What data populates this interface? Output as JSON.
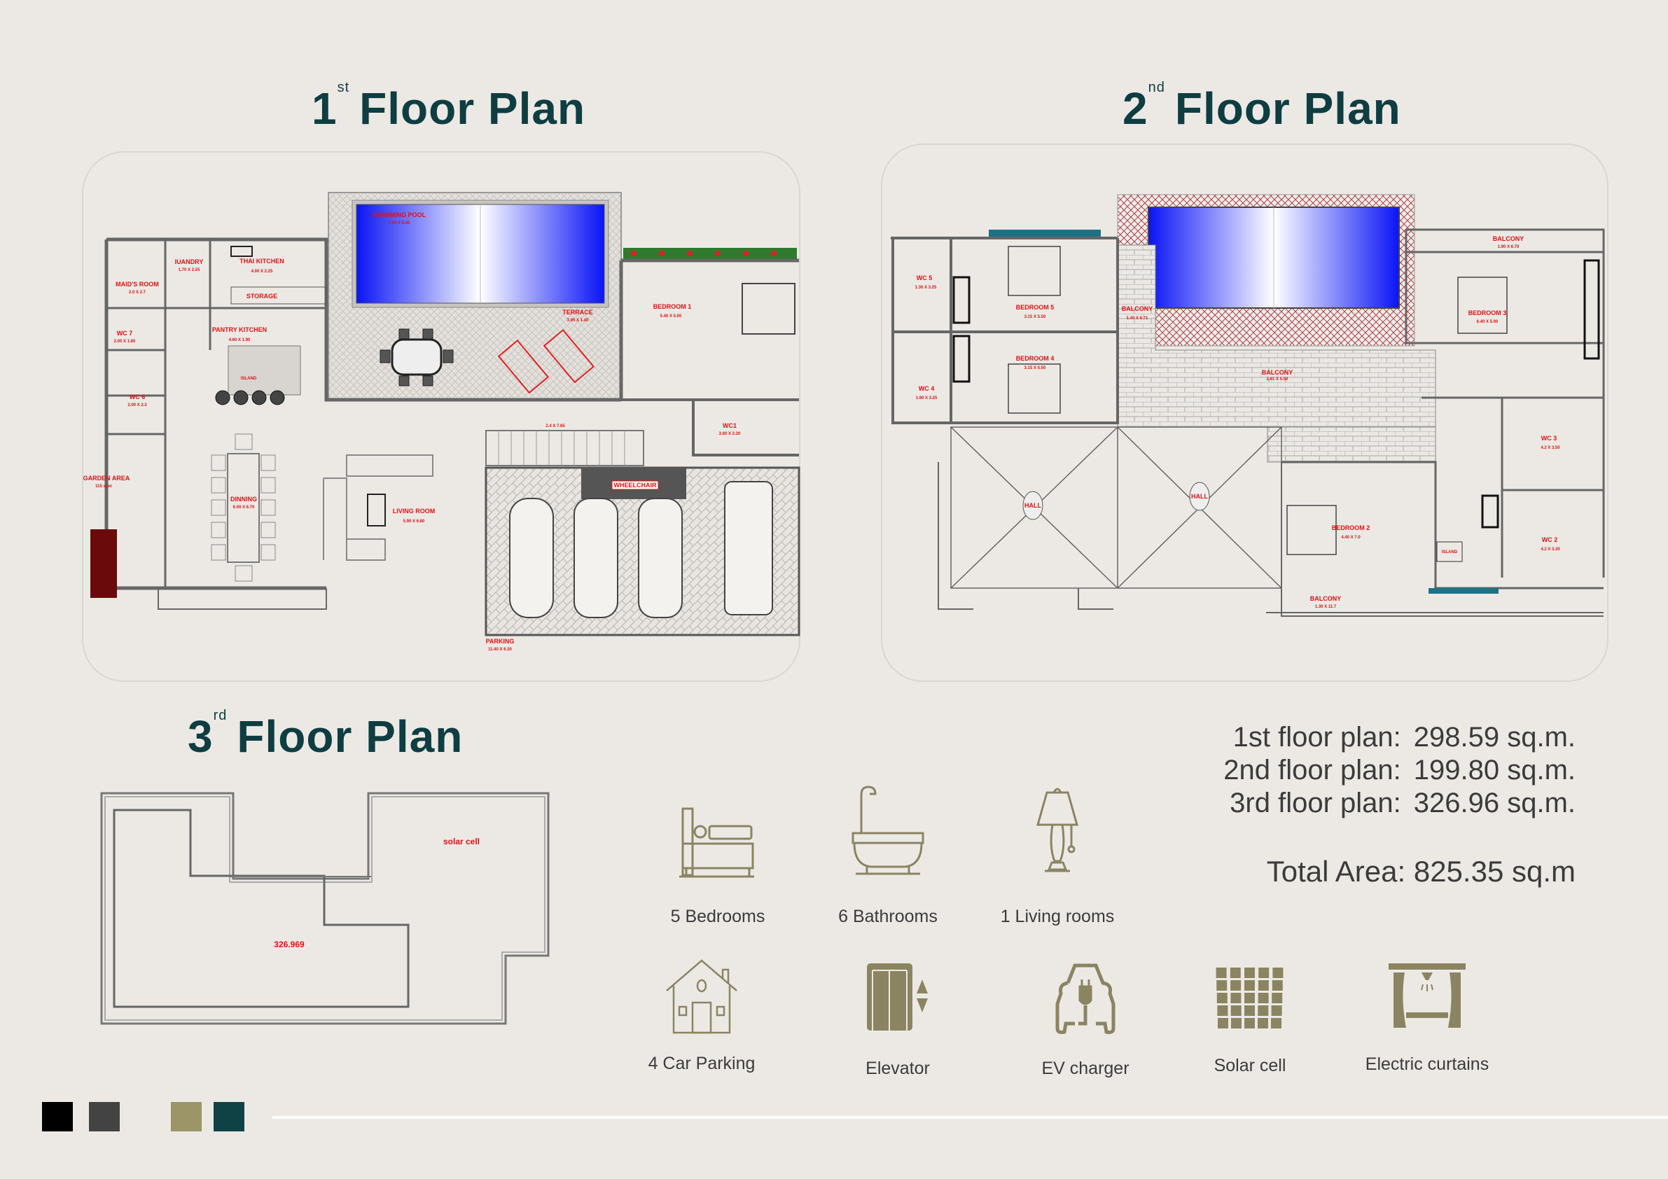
{
  "titles": {
    "first": {
      "num": "1",
      "sup": "st",
      "text": "Floor Plan"
    },
    "second": {
      "num": "2",
      "sup": "nd",
      "text": "Floor Plan"
    },
    "third": {
      "num": "3",
      "sup": "rd",
      "text": "Floor Plan"
    }
  },
  "floor1": {
    "rooms": [
      {
        "name": "SWIMMING POOL",
        "dim": "3.90 X 9.40"
      },
      {
        "name": "IUANDRY",
        "dim": "1.70 X 2.25"
      },
      {
        "name": "THAI KITCHEN",
        "dim": "4.00 X 2.25"
      },
      {
        "name": "MAID'S ROOM",
        "dim": "2.0 X 2.7"
      },
      {
        "name": "STORAGE",
        "dim": ""
      },
      {
        "name": "PANTRY KITCHEN",
        "dim": "4.60 X 1.90"
      },
      {
        "name": "WC 7",
        "dim": "2.00 X 1.80"
      },
      {
        "name": "WC 6",
        "dim": "2.00 X 2.3"
      },
      {
        "name": "ISLAND",
        "dim": ""
      },
      {
        "name": "GARDEN AREA",
        "dim": "115 sqm"
      },
      {
        "name": "DINNING",
        "dim": "6.00 X 6.70"
      },
      {
        "name": "LIVING ROOM",
        "dim": "5.90 X 6.80"
      },
      {
        "name": "TERRACE",
        "dim": "3.95 X 1.40"
      },
      {
        "name": "BEDROOM 1",
        "dim": "5.40 X 5.00"
      },
      {
        "name": "WC1",
        "dim": "3.60 X 2.30"
      },
      {
        "name": "WHEELCHAIR",
        "dim": ""
      },
      {
        "name": "PARKING",
        "dim": "11.40 X 6.20"
      }
    ],
    "ramp_dim": "2.4 X 7.65"
  },
  "floor2": {
    "rooms": [
      {
        "name": "WC 5",
        "dim": "1.30 X 3.25"
      },
      {
        "name": "BEDROOM 5",
        "dim": "3.15 X 5.50"
      },
      {
        "name": "BEDROOM 4",
        "dim": "3.15 X 5.50"
      },
      {
        "name": "WC 4",
        "dim": "1.90 X 3.25"
      },
      {
        "name": "BALCONY",
        "dim": "1.40 X 6.71"
      },
      {
        "name": "BALCONY",
        "dim": "2.81 X 5.50"
      },
      {
        "name": "BALCONY",
        "dim": "1.90 X 6.70"
      },
      {
        "name": "BEDROOM 3",
        "dim": "6.40 X 5.00"
      },
      {
        "name": "WC 3",
        "dim": "4.2 X 3.50"
      },
      {
        "name": "WC 2",
        "dim": "4.2 X 3.30"
      },
      {
        "name": "BEDROOM 2",
        "dim": "4.40 X 7.0"
      },
      {
        "name": "HALL",
        "dim": ""
      },
      {
        "name": "HALL",
        "dim": ""
      },
      {
        "name": "BALCONY",
        "dim": "1.30 X 11.7"
      },
      {
        "name": "ISLAND",
        "dim": ""
      }
    ]
  },
  "floor3": {
    "solar_label": "solar cell",
    "area_label": "326.969"
  },
  "stats": {
    "rows": [
      {
        "label": "1st floor plan:",
        "value": "298.59 sq.m."
      },
      {
        "label": "2nd floor plan:",
        "value": "199.80 sq.m."
      },
      {
        "label": "3rd floor plan:",
        "value": "326.96 sq.m."
      }
    ],
    "total": "Total Area: 825.35 sq.m"
  },
  "amenities": [
    {
      "icon": "bed-icon",
      "label": "5 Bedrooms"
    },
    {
      "icon": "bathtub-icon",
      "label": "6 Bathrooms"
    },
    {
      "icon": "lamp-icon",
      "label": "1 Living rooms"
    },
    {
      "icon": "house-icon",
      "label": "4 Car Parking"
    },
    {
      "icon": "elevator-icon",
      "label": "Elevator"
    },
    {
      "icon": "ev-charger-icon",
      "label": "EV charger"
    },
    {
      "icon": "solar-panel-icon",
      "label": "Solar cell"
    },
    {
      "icon": "curtains-icon",
      "label": "Electric curtains"
    }
  ],
  "palette": [
    "#000000",
    "#434343",
    "#9b9568",
    "#0f4245"
  ],
  "colors": {
    "title": "#0e3d42",
    "icon": "#8b8462",
    "label": "#e01010",
    "background": "#ece9e5"
  }
}
